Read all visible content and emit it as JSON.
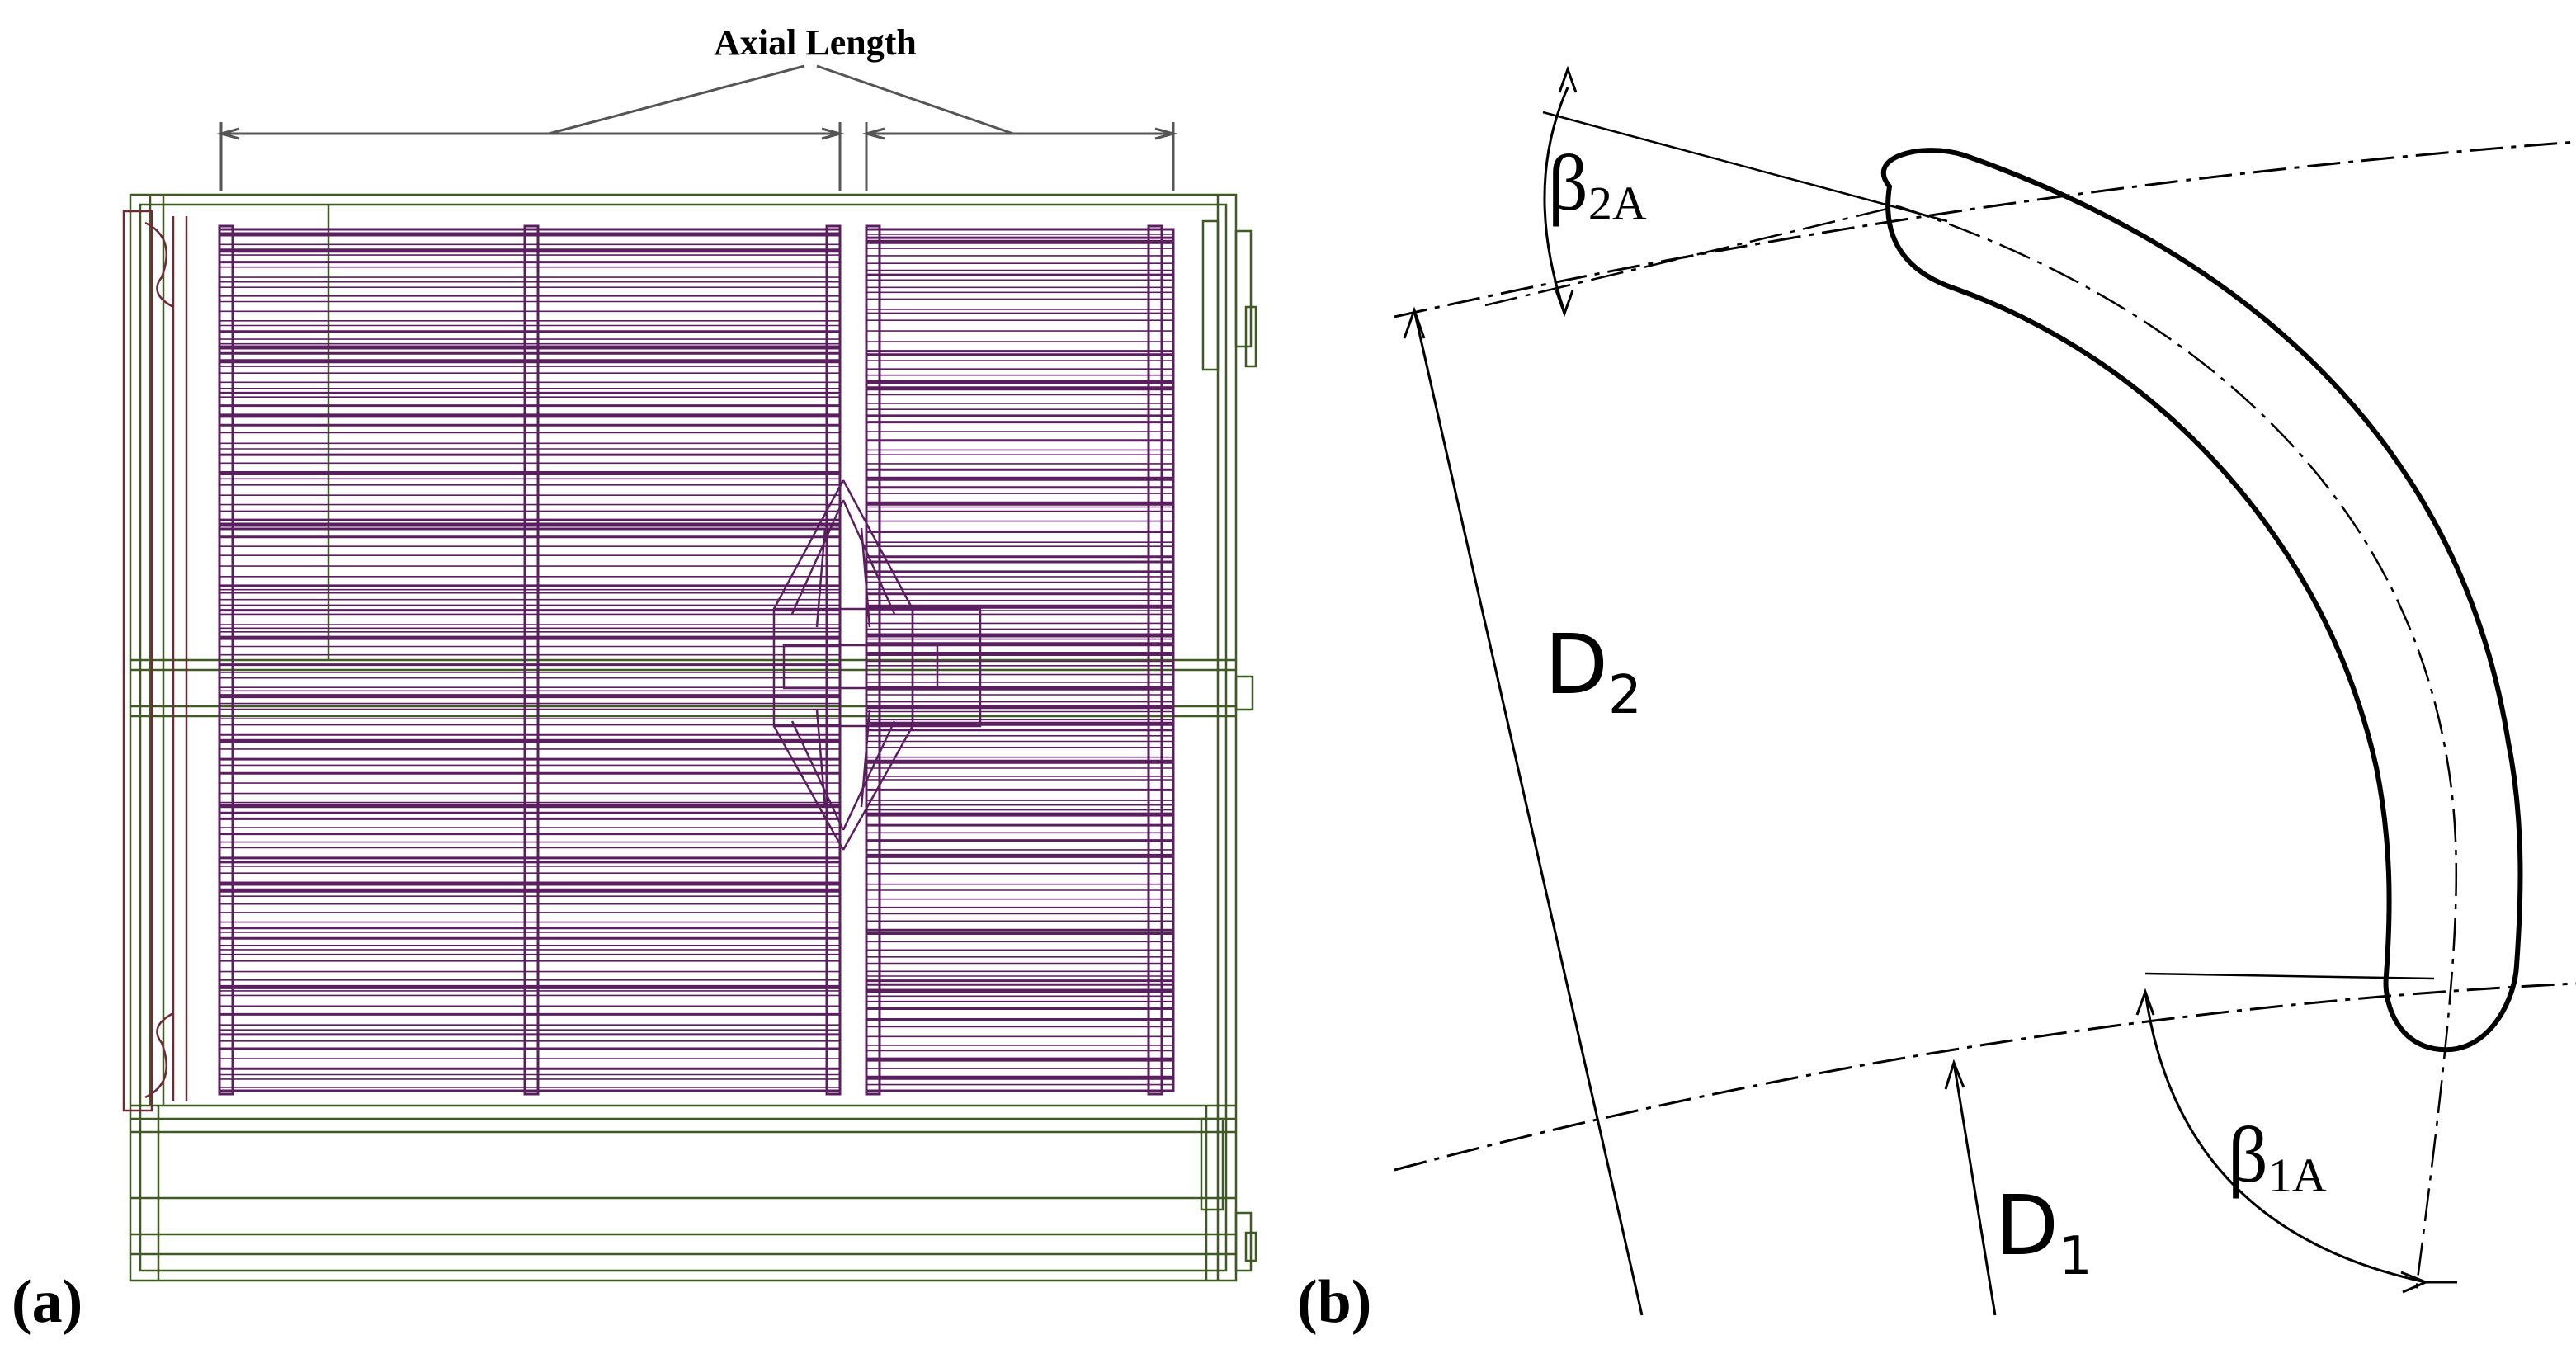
{
  "panel_a": {
    "label": "(a)",
    "axial_length_label": "Axial Length",
    "colors": {
      "frame": "#3f5a22",
      "coil": "#5a1f5e",
      "dim": "#555555"
    }
  },
  "panel_b": {
    "label": "(b)",
    "beta_2": {
      "sym": "β",
      "sub": "2A"
    },
    "beta_1": {
      "sym": "β",
      "sub": "1A"
    },
    "d2": {
      "sym": "D",
      "sub": "2"
    },
    "d1": {
      "sym": "D",
      "sub": "1"
    },
    "colors": {
      "line": "#000000"
    }
  }
}
